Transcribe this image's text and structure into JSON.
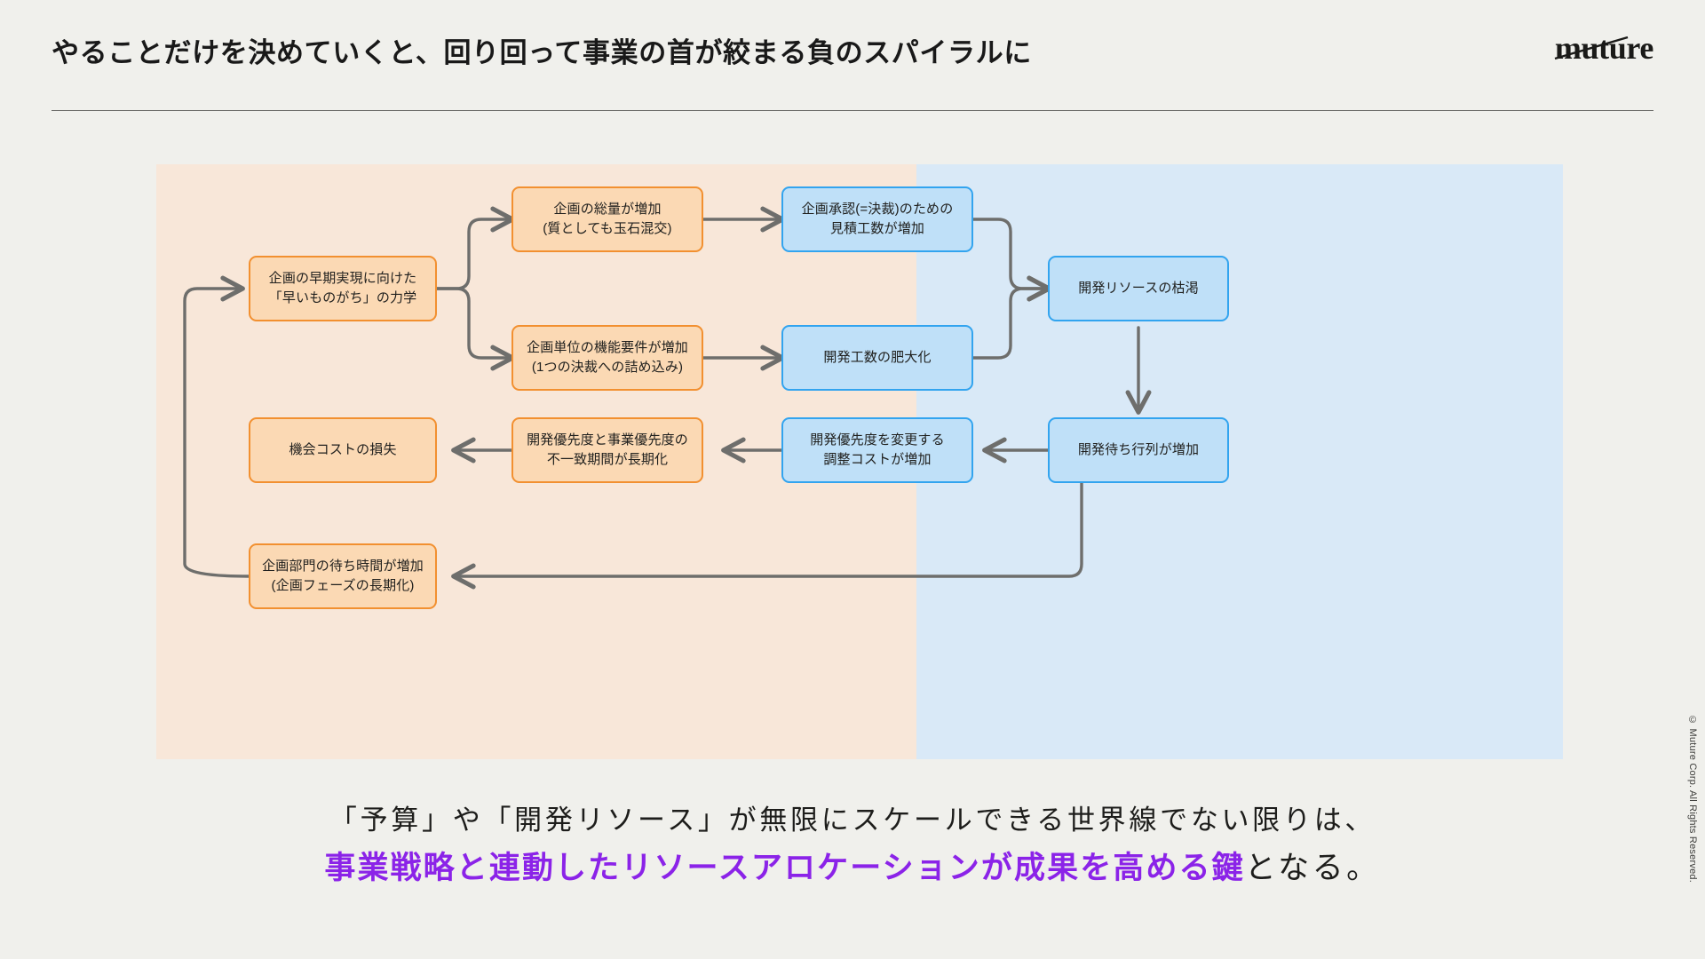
{
  "header": {
    "title": "やることだけを決めていくと、回り回って事業の首が絞まる負のスパイラルに",
    "logo": "muture"
  },
  "diagram": {
    "zones": [
      {
        "key": "plan",
        "name": "planning-zone",
        "accent": "#f29030",
        "fill": "#f8e7d9"
      },
      {
        "key": "dev",
        "name": "development-zone",
        "accent": "#32a4ef",
        "fill": "#d9e9f7"
      }
    ],
    "nodes": [
      {
        "id": "n1",
        "zone": "plan",
        "line1": "企画の早期実現に向けた",
        "line2": "「早いものがち」の力学"
      },
      {
        "id": "n2",
        "zone": "plan",
        "line1": "企画の総量が増加",
        "line2": "(質としても玉石混交)"
      },
      {
        "id": "n3",
        "zone": "plan",
        "line1": "企画単位の機能要件が増加",
        "line2": "(1つの決裁への詰め込み)"
      },
      {
        "id": "n4",
        "zone": "dev",
        "line1": "企画承認(=決裁)のための",
        "line2": "見積工数が増加"
      },
      {
        "id": "n5",
        "zone": "dev",
        "line1": "開発工数の肥大化",
        "line2": ""
      },
      {
        "id": "n6",
        "zone": "dev",
        "line1": "開発リソースの枯渇",
        "line2": ""
      },
      {
        "id": "n7",
        "zone": "dev",
        "line1": "開発待ち行列が増加",
        "line2": ""
      },
      {
        "id": "n8",
        "zone": "dev",
        "line1": "開発優先度を変更する",
        "line2": "調整コストが増加"
      },
      {
        "id": "n9",
        "zone": "plan",
        "line1": "開発優先度と事業優先度の",
        "line2": "不一致期間が長期化"
      },
      {
        "id": "n10",
        "zone": "plan",
        "line1": "機会コストの損失",
        "line2": ""
      },
      {
        "id": "n11",
        "zone": "plan",
        "line1": "企画部門の待ち時間が増加",
        "line2": "(企画フェーズの長期化)"
      }
    ],
    "edges": [
      {
        "from": "n1",
        "to": "n2"
      },
      {
        "from": "n1",
        "to": "n3"
      },
      {
        "from": "n2",
        "to": "n4"
      },
      {
        "from": "n3",
        "to": "n5"
      },
      {
        "from": "n4",
        "to": "n6"
      },
      {
        "from": "n5",
        "to": "n6"
      },
      {
        "from": "n6",
        "to": "n7"
      },
      {
        "from": "n7",
        "to": "n8"
      },
      {
        "from": "n8",
        "to": "n9"
      },
      {
        "from": "n9",
        "to": "n10"
      },
      {
        "from": "n7",
        "to": "n11"
      },
      {
        "from": "n11",
        "to": "n1"
      }
    ],
    "edge_color": "#6e6e6c"
  },
  "caption": {
    "line1": "「予算」や「開発リソース」が無限にスケールできる世界線でない限りは、",
    "line2_highlight": "事業戦略と連動したリソースアロケーションが成果を高める鍵",
    "line2_tail": "となる。",
    "highlight_color": "#8b23e8"
  },
  "footer": {
    "copyright": "© Muture Corp. All Rights Reserved."
  }
}
